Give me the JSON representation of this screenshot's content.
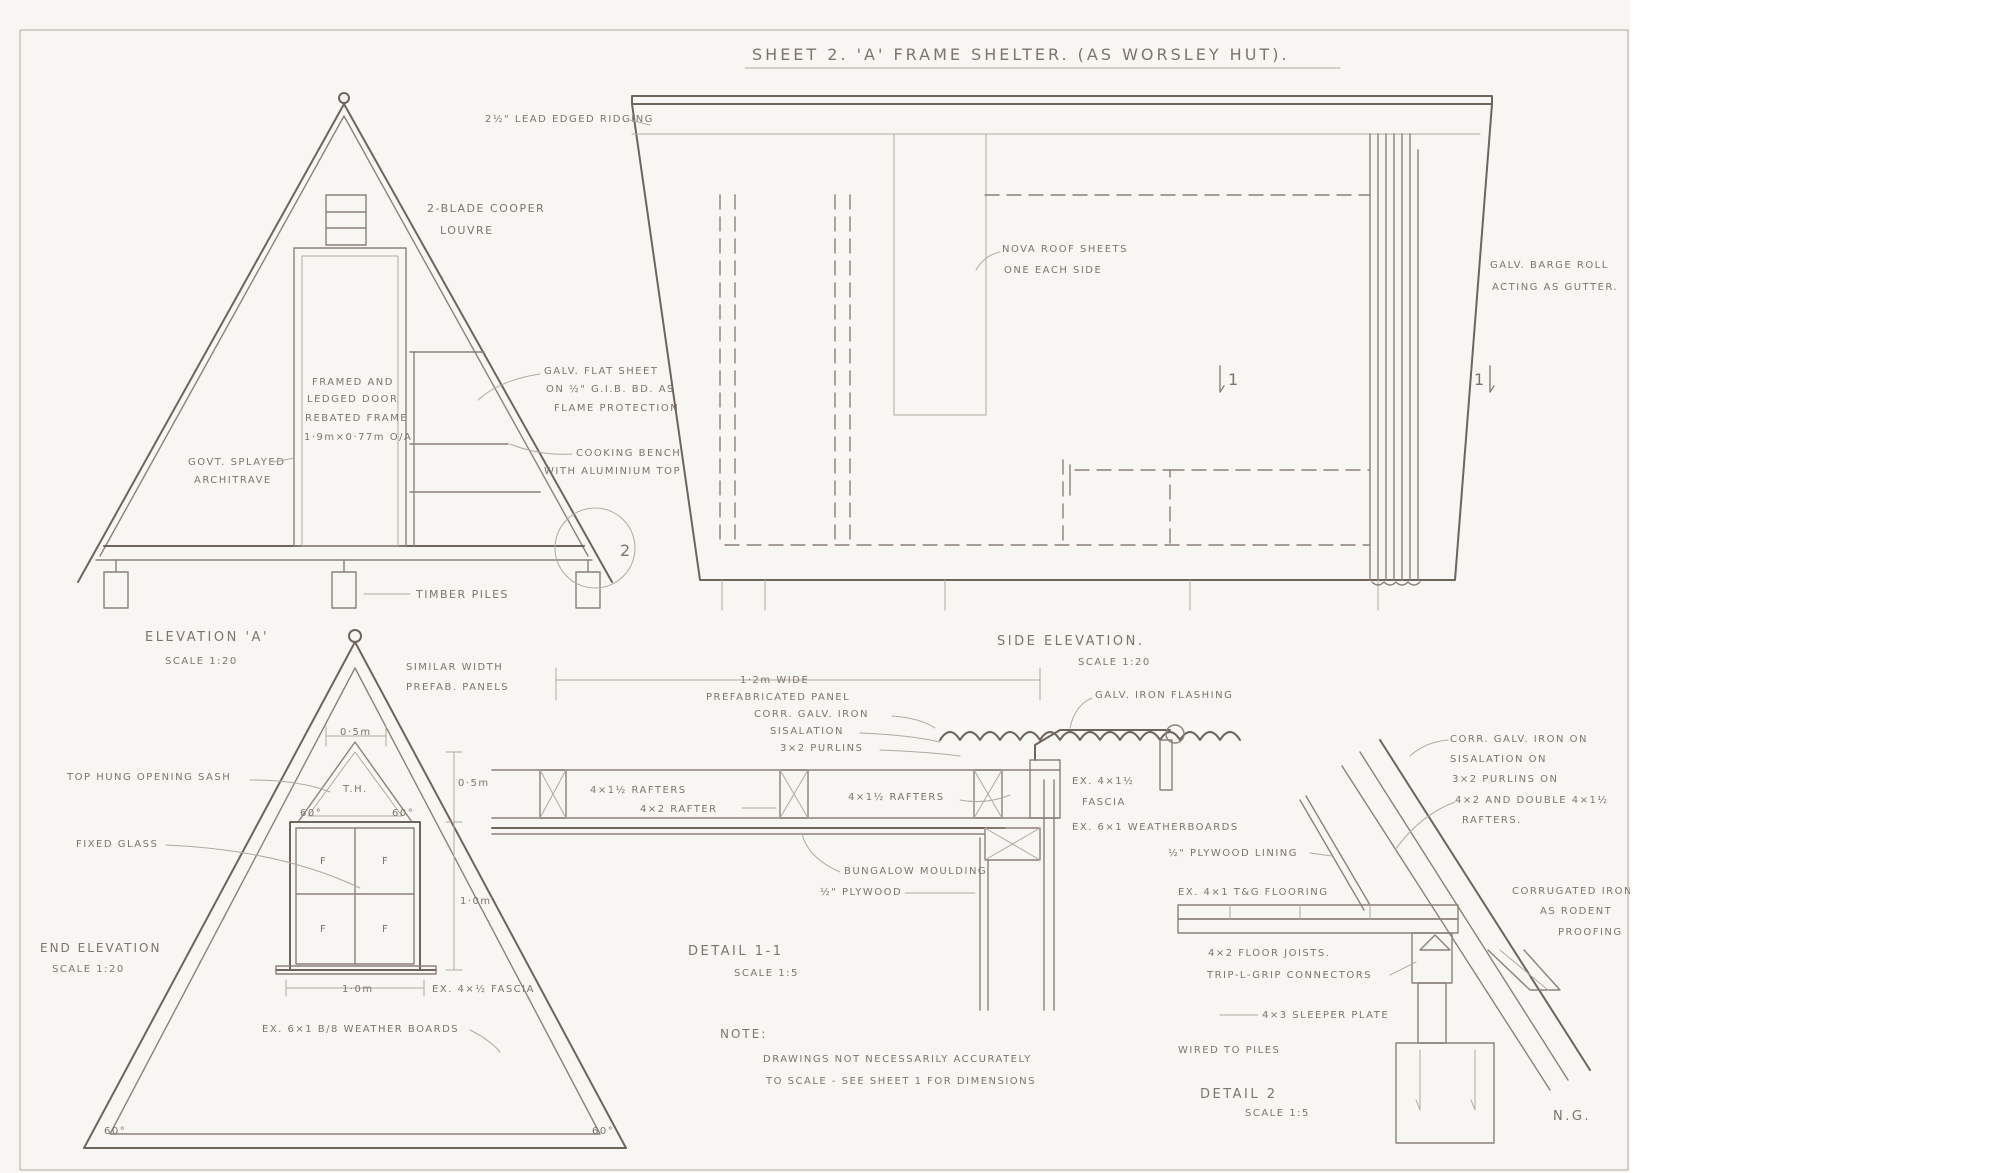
{
  "title": "SHEET 2.   'A' FRAME   SHELTER. (AS WORSLEY HUT).",
  "elevation_a": {
    "heading": "ELEVATION 'A'",
    "scale": "SCALE 1:20",
    "louvre": [
      "2-BLADE COOPER",
      "LOUVRE"
    ],
    "door": [
      "FRAMED AND",
      "LEDGED DOOR",
      "REBATED FRAME",
      "1·9m×0·77m O/A"
    ],
    "architrave": [
      "GOVT. SPLAYED",
      "ARCHITRAVE"
    ],
    "flat_sheet": [
      "GALV. FLAT SHEET",
      "ON ½\" G.I.B. BD. AS",
      "FLAME PROTECTION"
    ],
    "bench": [
      "COOKING BENCH",
      "WITH ALUMINIUM TOP"
    ],
    "piles": "TIMBER PILES",
    "detail_ref": "2"
  },
  "side_elevation": {
    "heading": "SIDE ELEVATION.",
    "scale": "SCALE 1:20",
    "ridging": "2½\" LEAD EDGED RIDGING",
    "sheets": [
      "NOVA ROOF SHEETS",
      "ONE EACH SIDE"
    ],
    "barge": [
      "GALV. BARGE ROLL",
      "ACTING AS GUTTER."
    ],
    "section_mark": "1"
  },
  "end_elevation": {
    "heading": "END ELEVATION",
    "scale": "SCALE 1:20",
    "width_top": "0·5m",
    "height_top": "0·5m",
    "sash": "TOP HUNG OPENING SASH",
    "sash_mark": "T.H.",
    "fixed": "FIXED GLASS",
    "pane_mark": "F",
    "angle": "60°",
    "height": "1·0m",
    "width": "1·0m",
    "fascia": "EX. 4×½ FASCIA",
    "weatherboards": "EX. 6×1 B/8 WEATHER BOARDS",
    "base_angle": "60°"
  },
  "detail_1": {
    "heading": "DETAIL 1-1",
    "scale": "SCALE 1:5",
    "panels": [
      "SIMILAR WIDTH",
      "PREFAB. PANELS"
    ],
    "panel": [
      "1·2m WIDE",
      "PREFABRICATED PANEL"
    ],
    "iron": "CORR. GALV. IRON",
    "sisalation": "SISALATION",
    "purlins": "3×2 PURLINS",
    "rafters_a": "4×1½ RAFTERS",
    "rafter": "4×2 RAFTER",
    "rafters_b": "4×1½ RAFTERS",
    "flashing": "GALV. IRON FLASHING",
    "fascia": [
      "EX. 4×1½",
      "FASCIA"
    ],
    "weatherboards": "EX. 6×1 WEATHERBOARDS",
    "moulding": "BUNGALOW MOULDING",
    "plywood": "½\" PLYWOOD"
  },
  "detail_2": {
    "heading": "DETAIL 2",
    "scale": "SCALE 1:5",
    "iron": "CORR. GALV. IRON ON",
    "sisalation": "SISALATION ON",
    "purlins": "3×2 PURLINS ON",
    "rafters": [
      "4×2 AND DOUBLE 4×1½",
      "RAFTERS."
    ],
    "lining": "½\" PLYWOOD LINING",
    "flooring": "EX. 4×1 T&G FLOORING",
    "joists": "4×2 FLOOR JOISTS.",
    "connectors": "TRIP-L-GRIP CONNECTORS",
    "rodent": [
      "CORRUGATED IRON",
      "AS RODENT",
      "PROOFING"
    ],
    "sleeper": "4×3 SLEEPER PLATE",
    "piles": "WIRED TO PILES"
  },
  "note": {
    "heading": "NOTE:",
    "lines": [
      "DRAWINGS NOT NECESSARILY ACCURATELY",
      "TO SCALE - SEE SHEET 1 FOR DIMENSIONS"
    ]
  },
  "signature": "N.G."
}
